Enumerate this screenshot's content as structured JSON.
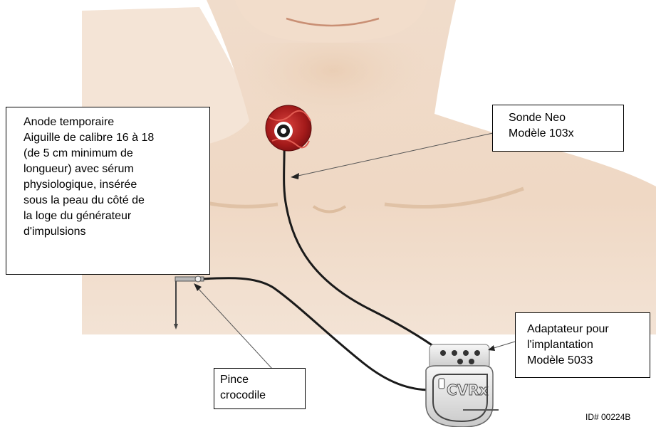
{
  "callouts": {
    "anode": {
      "lines": [
        "Anode temporaire",
        "Aiguille de calibre 16 à 18",
        "(de 5 cm minimum de",
        "longueur) avec sérum",
        "physiologique, insérée",
        "sous la peau du côté de",
        "la loge du générateur",
        "d'impulsions"
      ]
    },
    "sonde": {
      "lines": [
        "Sonde Neo",
        "Modèle 103x"
      ]
    },
    "adaptateur": {
      "lines": [
        "Adaptateur pour",
        "l'implantation",
        "Modèle 5033"
      ]
    },
    "pince": {
      "lines": [
        "Pince",
        "crocodile"
      ]
    }
  },
  "device": {
    "brand": "CVRx"
  },
  "footer": {
    "image_id": "ID# 00224B"
  },
  "colors": {
    "skin": "#f1dcc9",
    "skin_shadow": "#e2c3a8",
    "electrode_red": "#b01f1f",
    "lead_wire": "#1a1a1a"
  }
}
